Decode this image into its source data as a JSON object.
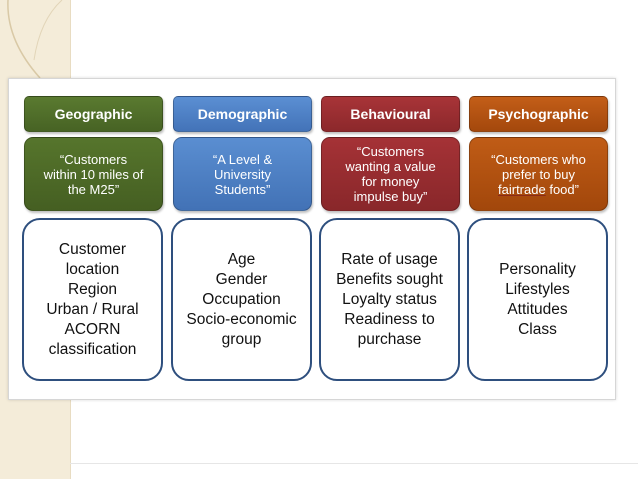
{
  "colors": {
    "geographic": "#4e6a28",
    "demographic": "#4a7ec4",
    "behavioural": "#9b2d30",
    "psychographic": "#b3520f"
  },
  "columns": [
    {
      "header": "Geographic",
      "quote": "“Customers\nwithin 10 miles of\nthe M25”",
      "details": "Customer\nlocation\nRegion\nUrban / Rural\nACORN\nclassification"
    },
    {
      "header": "Demographic",
      "quote": "“A Level &\nUniversity\nStudents”",
      "details": "Age\nGender\nOccupation\nSocio-economic\ngroup"
    },
    {
      "header": "Behavioural",
      "quote": "“Customers\nwanting a value\nfor money\nimpulse buy”",
      "details": "Rate of usage\nBenefits sought\nLoyalty status\nReadiness to\npurchase"
    },
    {
      "header": "Psychographic",
      "quote_line1": "“Customers who\nprefer to buy",
      "quote_underlined": "fairtrade",
      "quote_line2_rest": " food”",
      "details": "Personality\nLifestyles\nAttitudes\nClass"
    }
  ]
}
